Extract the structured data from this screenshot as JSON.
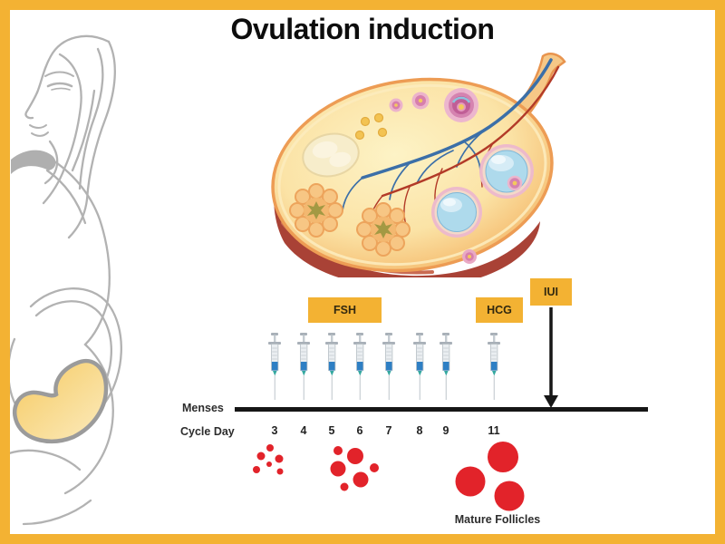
{
  "title": "Ovulation induction",
  "labels": {
    "fsh": "FSH",
    "hcg": "HCG",
    "iui": "IUI",
    "menses": "Menses",
    "cycle_day": "Cycle Day",
    "mature_follicles": "Mature Follicles"
  },
  "timeline": {
    "cycle_days": [
      "3",
      "4",
      "5",
      "6",
      "7",
      "8",
      "9",
      "11"
    ],
    "day_x": [
      303,
      335,
      366,
      397,
      429,
      463,
      492,
      545
    ],
    "syringe_x": [
      303,
      335,
      366,
      397,
      429,
      463,
      492,
      545
    ],
    "fsh_injection_days": [
      "3",
      "4",
      "5",
      "6",
      "7",
      "8",
      "9"
    ],
    "hcg_injection_day": "11"
  },
  "follicle_clusters": [
    {
      "day": "3",
      "stage": "small follicles",
      "circles": [
        [
          298,
          494,
          4
        ],
        [
          288,
          503,
          4.5
        ],
        [
          308,
          506,
          4.5
        ],
        [
          283,
          518,
          4
        ],
        [
          297,
          512,
          3
        ],
        [
          309,
          520,
          3.5
        ]
      ]
    },
    {
      "day": "5-6",
      "stage": "growing follicles",
      "circles": [
        [
          373,
          497,
          5
        ],
        [
          392,
          503,
          9
        ],
        [
          373,
          517,
          8.5
        ],
        [
          413,
          516,
          5
        ],
        [
          398,
          529,
          8.5
        ],
        [
          380,
          537,
          4.5
        ]
      ]
    },
    {
      "day": "11",
      "stage": "mature follicles",
      "circles": [
        [
          555,
          504,
          17
        ],
        [
          519,
          531,
          16.5
        ],
        [
          562,
          547,
          16.5
        ]
      ]
    }
  ],
  "colors": {
    "accent_yellow": "#F3B233",
    "follicle_red": "#E2232A",
    "timeline_black": "#161616",
    "silhouette_gray": "#B2B2B2"
  }
}
